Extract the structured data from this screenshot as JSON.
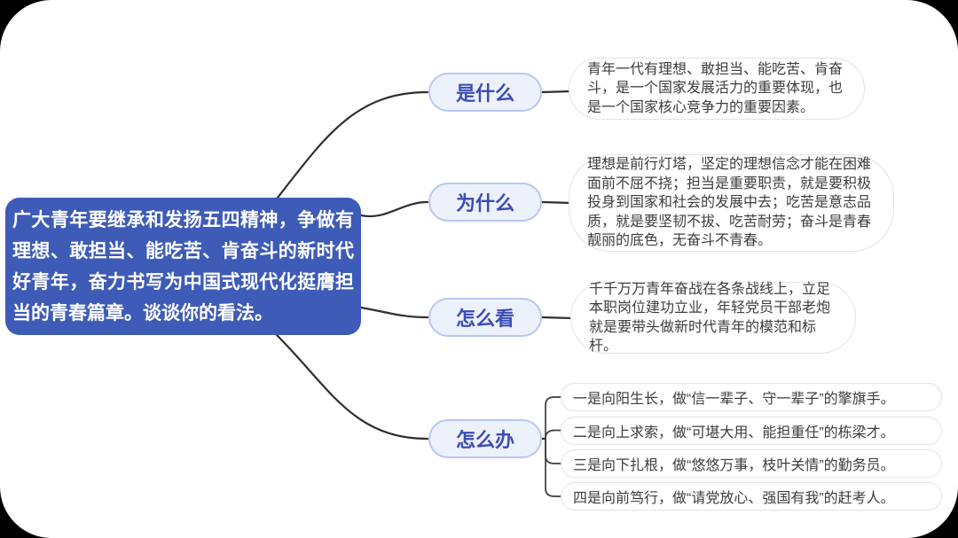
{
  "root": {
    "text": "广大青年要继承和发扬五四精神，争做有理想、敢担当、能吃苦、肯奋斗的新时代好青年，奋力书写为中国式现代化挺膺担当的青春篇章。谈谈你的看法。"
  },
  "branches": [
    {
      "label": "是什么",
      "content": "青年一代有理想、敢担当、能吃苦、肯奋斗，是一个国家发展活力的重要体现，也是一个国家核心竞争力的重要因素。"
    },
    {
      "label": "为什么",
      "content": "理想是前行灯塔，坚定的理想信念才能在困难面前不屈不挠；担当是重要职责，就是要积极投身到国家和社会的发展中去；吃苦是意志品质，就是要坚韧不拔、吃苦耐劳；奋斗是青春靓丽的底色，无奋斗不青春。"
    },
    {
      "label": "怎么看",
      "content": "千千万万青年奋战在各条战线上，立足本职岗位建功立业，年轻党员干部老炮就是要带头做新时代青年的模范和标杆。"
    },
    {
      "label": "怎么办",
      "items": [
        "一是向阳生长，做“信一辈子、守一辈子”的擎旗手。",
        "二是向上求索，做“可堪大用、能担重任”的栋梁才。",
        "三是向下扎根，做“悠悠万事，枝叶关情”的勤务员。",
        "四是向前笃行，做“请党放心、强国有我”的赶考人。"
      ]
    }
  ],
  "colors": {
    "surface": "#ffffff",
    "root_fill": "#3e5bb7",
    "root_text": "#ffffff",
    "pill_fill": "#edf1fc",
    "pill_border": "#b9c6f2",
    "pill_text": "#3b4cb5",
    "bubble_border": "#e3e3e7",
    "bubble_text": "#3d3d3d",
    "line_main": "#2f2f2f",
    "line_sub": "#3d3d3d"
  }
}
